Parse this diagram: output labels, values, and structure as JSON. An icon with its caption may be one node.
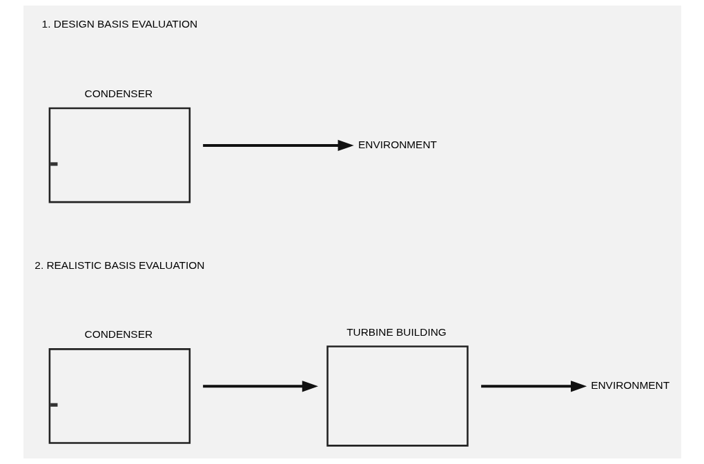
{
  "diagram": {
    "nodes": [
      {
        "text": [
          "CONDENSER"
        ]
      },
      {
        "text": [
          "ENVIRONMENT"
        ]
      },
      {
        "text": [
          "CONDENSER"
        ]
      },
      {
        "text": [
          "TURBINE BUILDING"
        ]
      },
      {
        "text": [
          "ENVIRONMENT"
        ]
      }
    ],
    "edges": [
      {
        "from": 0,
        "to": 1,
        "arrow": "to"
      },
      {
        "from": 2,
        "to": 3,
        "arrow": "to"
      },
      {
        "from": 3,
        "to": 4,
        "arrow": "to"
      }
    ],
    "labels": [
      "1. DESIGN BASIS EVALUATION",
      "2. REALISTIC BASIS EVALUATION"
    ]
  }
}
